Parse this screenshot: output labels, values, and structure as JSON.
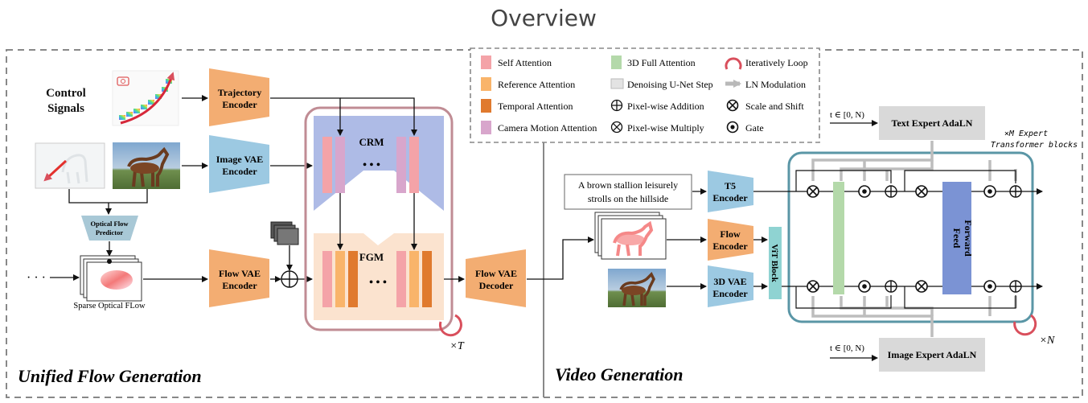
{
  "title": "Overview",
  "legend": {
    "self_attention": "Self Attention",
    "reference_attention": "Reference Attention",
    "temporal_attention": "Temporal Attention",
    "camera_motion_attention": "Camera Motion Attention",
    "full_attention_3d": "3D Full Attention",
    "denoising_step": "Denoising U-Net Step",
    "pixel_add": "Pixel-wise Addition",
    "pixel_multiply": "Pixel-wise Multiply",
    "iterative_loop": "Iteratively Loop",
    "ln_modulation": "LN Modulation",
    "scale_shift": "Scale and Shift",
    "gate": "Gate"
  },
  "left": {
    "section_title": "Unified Flow Generation",
    "control_signals": [
      "Control",
      "Signals"
    ],
    "trajectory_encoder": [
      "Trajectory",
      "Encoder"
    ],
    "image_vae_encoder": [
      "Image VAE",
      "Encoder"
    ],
    "optical_flow_predictor": [
      "Optical Flow",
      "Predictor"
    ],
    "flow_vae_encoder": [
      "Flow VAE",
      "Encoder"
    ],
    "sparse_flow_caption": "Sparse Optical FLow",
    "ellipsis": "· · ·",
    "crm": "CRM",
    "fgm": "FGM",
    "dots": "• • •",
    "loop_count": "×T",
    "flow_vae_decoder": [
      "Flow VAE",
      "Decoder"
    ]
  },
  "right": {
    "section_title": "Video Generation",
    "prompt": [
      "A brown stallion leisurely",
      "strolls on the hillside"
    ],
    "t5_encoder": [
      "T5",
      "Encoder"
    ],
    "flow_encoder": [
      "Flow",
      "Encoder"
    ],
    "vae3d_encoder": [
      "3D VAE",
      "Encoder"
    ],
    "vit_block": "ViT Block",
    "text_adaln": "Text Expert AdaLN",
    "image_adaln": "Image Expert AdaLN",
    "t_range": "t ∈ [0, N)",
    "expert_note": [
      "×M Expert",
      "Transformer blocks"
    ],
    "feed_forward": [
      "Feed",
      "Forward"
    ],
    "loop_count": "×N"
  },
  "colors": {
    "self_attention": "#f4a3a8",
    "reference_attention": "#f9b46a",
    "temporal_attention": "#e07a2e",
    "camera_motion_attention": "#d8a6cc",
    "full_attention_3d": "#b4d9aa",
    "encoder_orange": "#f3ad72",
    "encoder_blue": "#9cc9e2",
    "vit_teal": "#8fd3d2",
    "feed_forward": "#7b93d4",
    "crm_fill": "#aebbe6",
    "fgm_fill": "#fbe3cf",
    "gray_box": "#d9d9d9",
    "loop_red": "#d94f5c",
    "outer_teal": "#5a96a6",
    "outer_mauve": "#c08c94"
  }
}
